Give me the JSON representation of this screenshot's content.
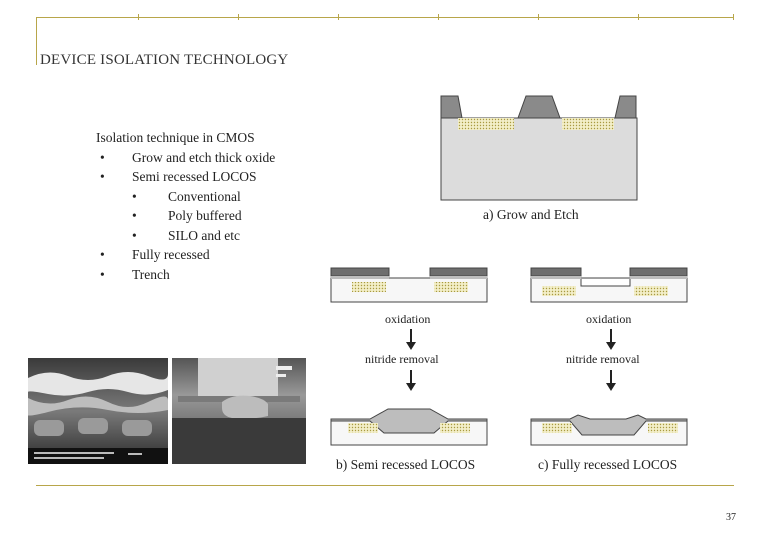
{
  "slide": {
    "title": "DEVICE ISOLATION TECHNOLOGY",
    "page_number": "37"
  },
  "bullets": {
    "intro": "Isolation technique in CMOS",
    "items": [
      {
        "level": 1,
        "text": "Grow and etch thick oxide"
      },
      {
        "level": 1,
        "text": "Semi recessed LOCOS"
      },
      {
        "level": 2,
        "text": "Conventional"
      },
      {
        "level": 2,
        "text": "Poly buffered"
      },
      {
        "level": 2,
        "text": "SILO and etc"
      },
      {
        "level": 1,
        "text": "Fully recessed"
      },
      {
        "level": 1,
        "text": "Trench"
      }
    ],
    "bullet_char": "•"
  },
  "diagrams": {
    "a_caption": "a) Grow and Etch",
    "b_caption": "b) Semi recessed LOCOS",
    "c_caption": "c) Fully recessed LOCOS",
    "step_oxidation": "oxidation",
    "step_nitride_removal": "nitride removal"
  },
  "colors": {
    "accent_rule": "#b8a64a",
    "oxide": "#bdbdbd",
    "nitride": "#6e6e6e",
    "substrate": "#dcdcdc",
    "implant": "#d8cf8a"
  }
}
